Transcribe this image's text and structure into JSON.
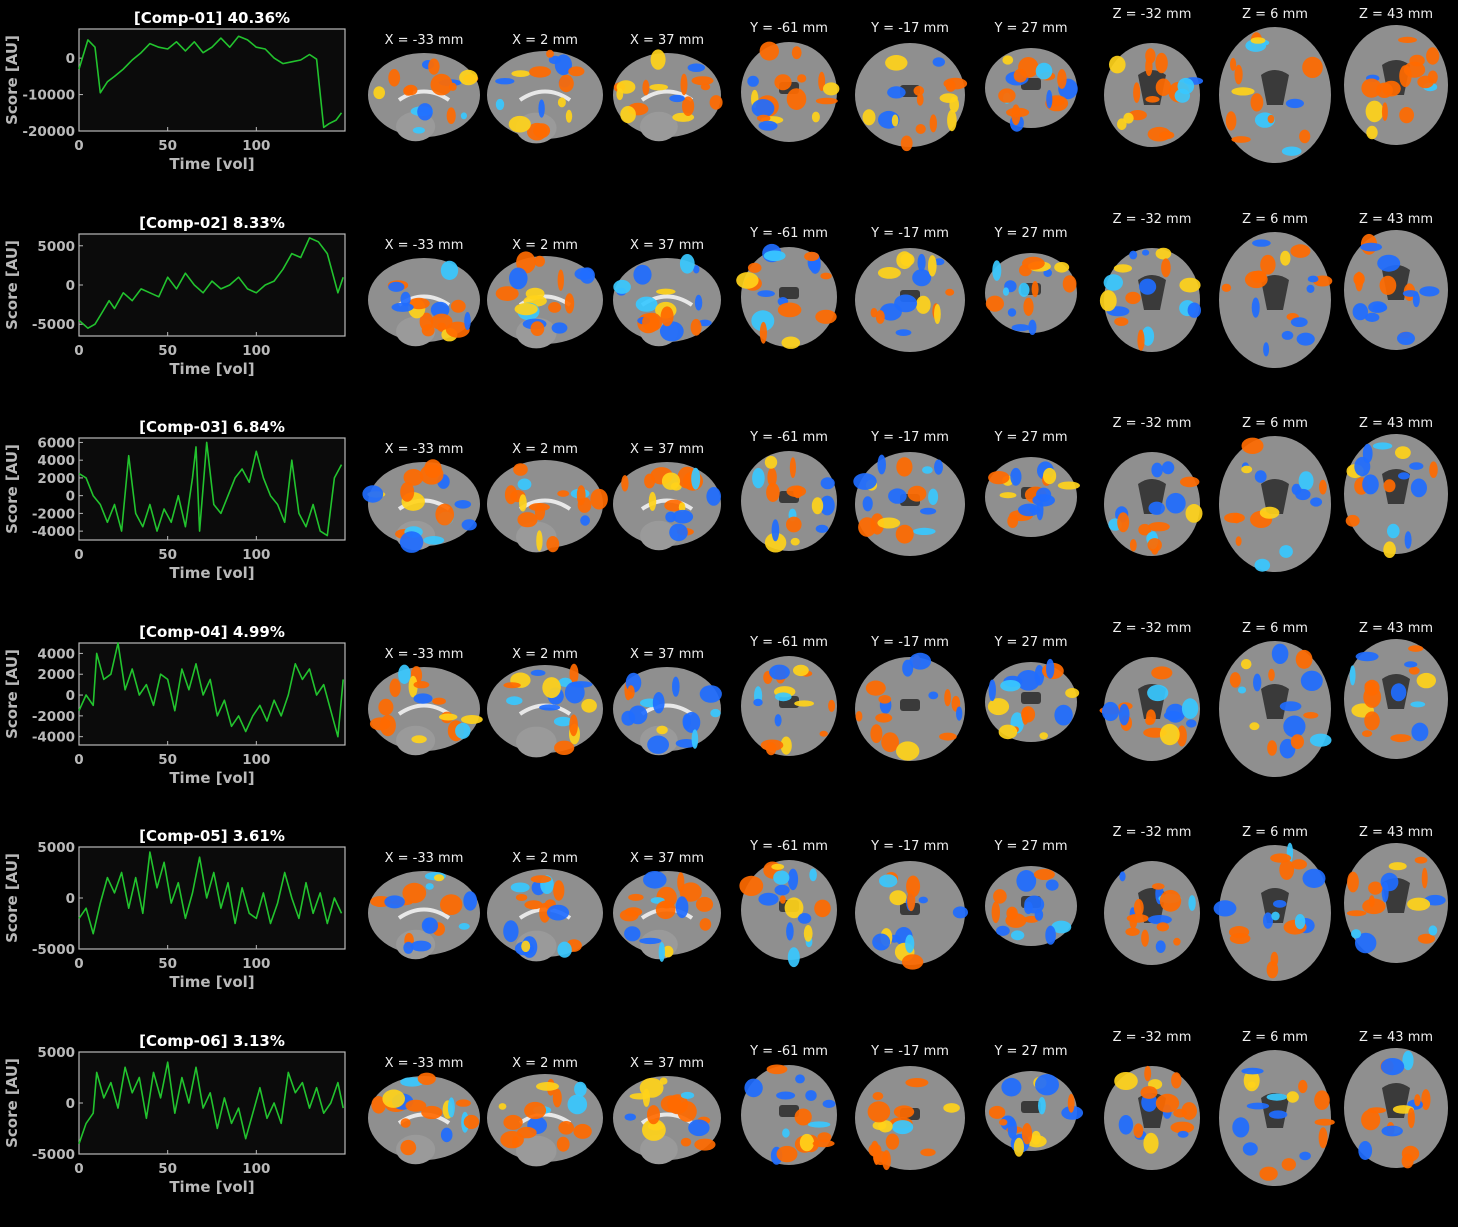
{
  "figure": {
    "slice_labels": [
      "X = -33 mm",
      "X = 2 mm",
      "X = 37 mm",
      "Y = -61 mm",
      "Y = -17 mm",
      "Y = 27 mm",
      "Z = -32 mm",
      "Z = 6 mm",
      "Z = 43 mm"
    ],
    "colors": {
      "background": "#000000",
      "line": "#22c32e",
      "positive": "#ff6a00",
      "positive_hot": "#ffd21a",
      "negative": "#1f6dff",
      "negative_light": "#38c8ff",
      "brain": "#8f8f8f",
      "axis": "#b9b9b9"
    },
    "xlabel": "Time [vol]",
    "ylabel": "Score [AU]"
  },
  "chart_data": [
    {
      "type": "line",
      "title": "[Comp-01] 40.36%",
      "xlabel": "Time [vol]",
      "ylabel": "Score [AU]",
      "xlim": [
        0,
        150
      ],
      "ylim": [
        -20000,
        8000
      ],
      "xticks": [
        0,
        50,
        100
      ],
      "yticks": [
        0,
        -10000,
        -20000
      ],
      "ytick_labels": [
        "0",
        "-10000",
        "-20000"
      ],
      "x": [
        0,
        5,
        9,
        12,
        16,
        20,
        25,
        30,
        35,
        40,
        45,
        50,
        55,
        60,
        65,
        70,
        75,
        80,
        85,
        90,
        95,
        100,
        105,
        110,
        115,
        120,
        125,
        130,
        134,
        138,
        141,
        145,
        148
      ],
      "values": [
        -3000,
        5000,
        3000,
        -9500,
        -6500,
        -5000,
        -3000,
        -500,
        1500,
        4000,
        3000,
        2500,
        4500,
        2000,
        4500,
        1500,
        3000,
        5500,
        3000,
        6000,
        5000,
        3000,
        2500,
        0,
        -1500,
        -1000,
        -500,
        1000,
        -300,
        -19000,
        -18000,
        -17000,
        -15000
      ]
    },
    {
      "type": "line",
      "title": "[Comp-02] 8.33%",
      "xlabel": "Time [vol]",
      "ylabel": "Score [AU]",
      "xlim": [
        0,
        150
      ],
      "ylim": [
        -6500,
        6500
      ],
      "xticks": [
        0,
        50,
        100
      ],
      "yticks": [
        5000,
        0,
        -5000
      ],
      "ytick_labels": [
        "5000",
        "0",
        "-5000"
      ],
      "x": [
        0,
        5,
        9,
        13,
        17,
        20,
        25,
        30,
        35,
        40,
        45,
        50,
        55,
        60,
        65,
        70,
        75,
        80,
        85,
        90,
        95,
        100,
        105,
        110,
        115,
        120,
        125,
        130,
        135,
        140,
        143,
        146,
        149
      ],
      "values": [
        -4500,
        -5500,
        -5000,
        -3500,
        -2000,
        -3000,
        -1000,
        -2000,
        -500,
        -1000,
        -1500,
        1000,
        -500,
        1500,
        0,
        -1000,
        500,
        -500,
        0,
        1000,
        -500,
        -1000,
        0,
        500,
        2000,
        4000,
        3500,
        6000,
        5500,
        4000,
        1500,
        -1000,
        1000
      ]
    },
    {
      "type": "line",
      "title": "[Comp-03] 6.84%",
      "xlabel": "Time [vol]",
      "ylabel": "Score [AU]",
      "xlim": [
        0,
        150
      ],
      "ylim": [
        -5000,
        6500
      ],
      "xticks": [
        0,
        50,
        100
      ],
      "yticks": [
        6000,
        4000,
        2000,
        0,
        -2000,
        -4000
      ],
      "ytick_labels": [
        "6000",
        "4000",
        "2000",
        "0",
        "-2000",
        "-4000"
      ],
      "x": [
        0,
        4,
        8,
        12,
        16,
        20,
        24,
        28,
        32,
        36,
        40,
        44,
        48,
        52,
        56,
        60,
        64,
        66,
        68,
        72,
        76,
        80,
        84,
        88,
        92,
        96,
        100,
        104,
        108,
        112,
        116,
        120,
        124,
        128,
        132,
        136,
        140,
        144,
        148
      ],
      "values": [
        2500,
        2000,
        0,
        -1000,
        -3000,
        -1000,
        -4000,
        4500,
        -2000,
        -3500,
        -1000,
        -4000,
        -1500,
        -3000,
        0,
        -3500,
        2000,
        5500,
        -4000,
        6000,
        -1000,
        -2000,
        0,
        2000,
        3000,
        1500,
        5000,
        2000,
        0,
        -1000,
        -3000,
        4000,
        -2000,
        -3500,
        -1000,
        -4000,
        -4500,
        2000,
        3500
      ]
    },
    {
      "type": "line",
      "title": "[Comp-04] 4.99%",
      "xlabel": "Time [vol]",
      "ylabel": "Score [AU]",
      "xlim": [
        0,
        150
      ],
      "ylim": [
        -4800,
        5000
      ],
      "xticks": [
        0,
        50,
        100
      ],
      "yticks": [
        4000,
        2000,
        0,
        -2000,
        -4000
      ],
      "ytick_labels": [
        "4000",
        "2000",
        "0",
        "-2000",
        "-4000"
      ],
      "x": [
        0,
        4,
        8,
        10,
        14,
        18,
        22,
        26,
        30,
        34,
        38,
        42,
        46,
        50,
        54,
        58,
        62,
        66,
        70,
        74,
        78,
        82,
        86,
        90,
        94,
        98,
        102,
        106,
        110,
        114,
        118,
        122,
        126,
        130,
        134,
        138,
        142,
        146,
        149
      ],
      "values": [
        -1500,
        0,
        -1000,
        4000,
        1500,
        2000,
        5000,
        500,
        2500,
        0,
        1000,
        -1000,
        2000,
        1500,
        -1500,
        2500,
        500,
        3000,
        0,
        1500,
        -2000,
        -500,
        -3000,
        -2000,
        -3500,
        -2000,
        -1000,
        -2500,
        -500,
        -2000,
        0,
        3000,
        1500,
        2500,
        0,
        1000,
        -1500,
        -4000,
        1500
      ]
    },
    {
      "type": "line",
      "title": "[Comp-05] 3.61%",
      "xlabel": "Time [vol]",
      "ylabel": "Score [AU]",
      "xlim": [
        0,
        150
      ],
      "ylim": [
        -5000,
        5000
      ],
      "xticks": [
        0,
        50,
        100
      ],
      "yticks": [
        5000,
        0,
        -5000
      ],
      "ytick_labels": [
        "5000",
        "0",
        "-5000"
      ],
      "x": [
        0,
        4,
        8,
        12,
        16,
        20,
        24,
        28,
        32,
        36,
        40,
        44,
        48,
        52,
        56,
        60,
        64,
        68,
        72,
        76,
        80,
        84,
        88,
        92,
        96,
        100,
        104,
        108,
        112,
        116,
        120,
        124,
        128,
        132,
        136,
        140,
        144,
        148
      ],
      "values": [
        -2000,
        -1000,
        -3500,
        -500,
        2000,
        500,
        2500,
        -1000,
        2000,
        -1500,
        4500,
        1000,
        3500,
        -500,
        1500,
        -2000,
        500,
        4000,
        0,
        2500,
        -1000,
        1500,
        -2500,
        1000,
        -1500,
        -2000,
        500,
        -2500,
        -500,
        2500,
        0,
        -2000,
        1500,
        -1500,
        500,
        -2500,
        0,
        -1500
      ]
    },
    {
      "type": "line",
      "title": "[Comp-06] 3.13%",
      "xlabel": "Time [vol]",
      "ylabel": "Score [AU]",
      "xlim": [
        0,
        150
      ],
      "ylim": [
        -5000,
        5000
      ],
      "xticks": [
        0,
        50,
        100
      ],
      "yticks": [
        5000,
        0,
        -5000
      ],
      "ytick_labels": [
        "5000",
        "0",
        "-5000"
      ],
      "x": [
        0,
        4,
        8,
        10,
        14,
        18,
        22,
        26,
        30,
        34,
        38,
        42,
        46,
        50,
        54,
        58,
        62,
        66,
        70,
        74,
        78,
        82,
        86,
        90,
        94,
        98,
        102,
        106,
        110,
        114,
        118,
        122,
        126,
        130,
        134,
        138,
        142,
        146,
        149
      ],
      "values": [
        -4000,
        -2000,
        -1000,
        3000,
        500,
        2000,
        -500,
        3500,
        1000,
        2500,
        -1500,
        3000,
        500,
        4000,
        -1000,
        2500,
        0,
        3500,
        -500,
        1000,
        -2500,
        500,
        -2000,
        -500,
        -3500,
        -1000,
        1500,
        -1500,
        0,
        -2000,
        3000,
        1000,
        2000,
        -500,
        1500,
        -1000,
        0,
        2000,
        -500
      ]
    }
  ]
}
